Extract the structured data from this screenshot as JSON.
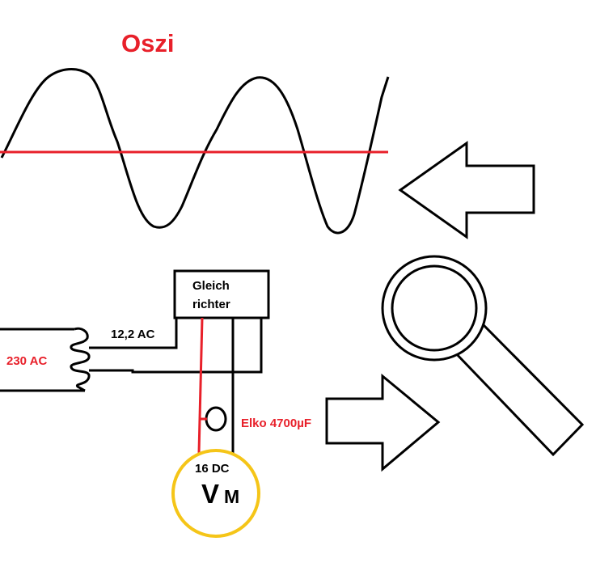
{
  "title": "Oszi",
  "labels": {
    "rectifier_line1": "Gleich",
    "rectifier_line2": "richter",
    "transformer_secondary": "12,2 AC",
    "mains": "230 AC",
    "capacitor": "Elko 4700µF",
    "meter_reading": "16 DC",
    "meter_symbol_big": "V",
    "meter_symbol_small": "M"
  },
  "colors": {
    "ink": "#000000",
    "accent_red": "#e8202a",
    "meter_ring": "#f5c518",
    "background": "#ffffff"
  },
  "icons": [
    "arrow-left-icon",
    "arrow-right-icon",
    "magnifier-icon"
  ]
}
